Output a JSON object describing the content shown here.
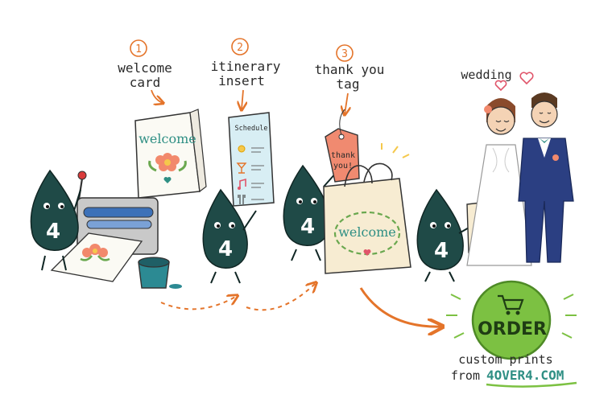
{
  "steps": [
    {
      "number": "1",
      "label_line1": "welcome",
      "label_line2": "card"
    },
    {
      "number": "2",
      "label_line1": "itinerary",
      "label_line2": "insert"
    },
    {
      "number": "3",
      "label_line1": "thank you",
      "label_line2": "tag"
    }
  ],
  "mascot_numeral": "4",
  "card_text": "welcome",
  "insert_title": "Schedule",
  "tag_text_line1": "thank",
  "tag_text_line2": "you!",
  "bag_text": "welcome",
  "wedding_label": "wedding",
  "order": {
    "button_label": "ORDER",
    "caption_line1": "custom prints",
    "caption_line2_prefix": "from",
    "brand": "4OVER4.COM"
  },
  "colors": {
    "accent_orange": "#e4742a",
    "order_green": "#7cc142",
    "mascot_teal": "#1f4a47",
    "card_teal": "#2f8f84",
    "tag_coral": "#f08a70",
    "suit_navy": "#2b3f82",
    "ink_bucket": "#2c8a93"
  },
  "icons": [
    "heart-icon",
    "cart-icon",
    "flower-icon",
    "sun-icon",
    "cocktail-icon",
    "music-icon",
    "cutlery-icon"
  ]
}
